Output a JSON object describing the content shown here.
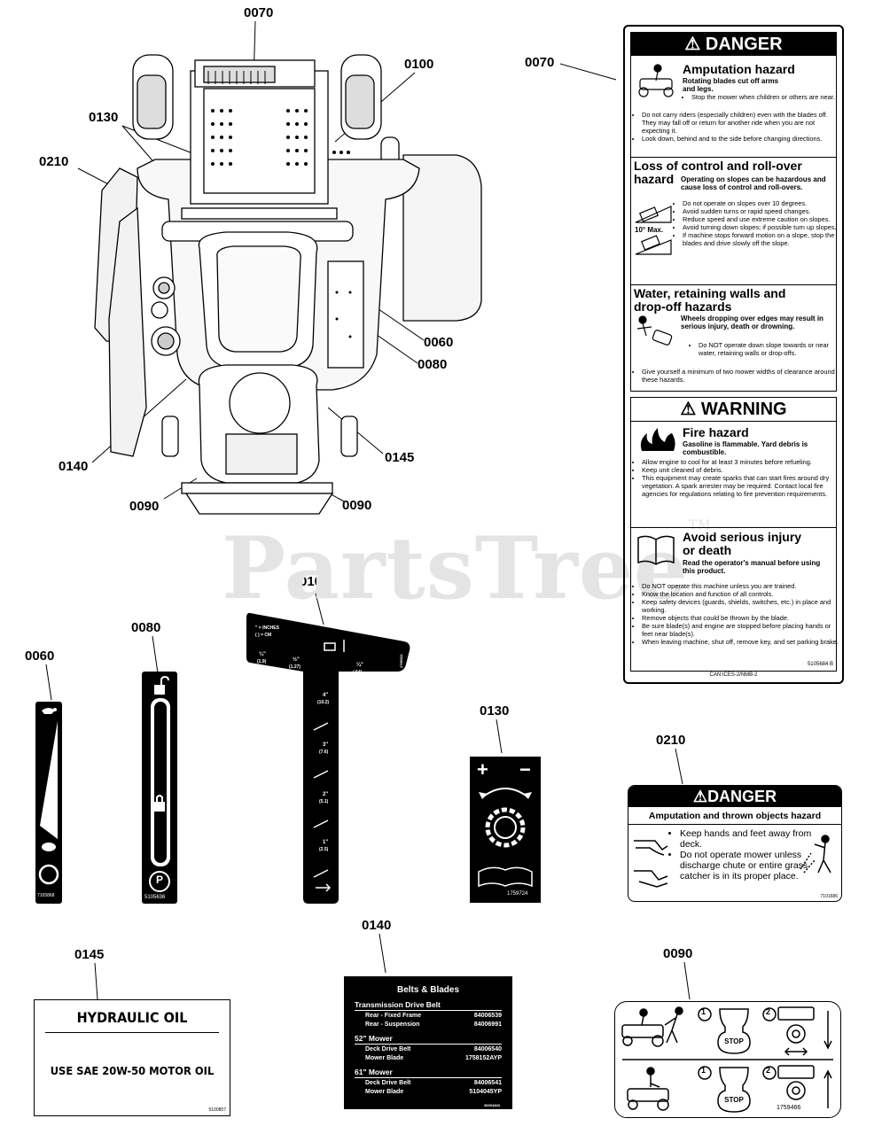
{
  "callouts": {
    "c0070_top": "0070",
    "c0100_top": "0100",
    "c0130_top": "0130",
    "c0210_left": "0210",
    "c0060_right": "0060",
    "c0080_right": "0080",
    "c0140_left": "0140",
    "c0145_right": "0145",
    "c0090_left": "0090",
    "c0090_right": "0090",
    "c0070_right": "0070",
    "c0060_part": "0060",
    "c0080_part": "0080",
    "c0100_part": "0100",
    "c0130_part": "0130",
    "c0210_part": "0210",
    "c0145_part": "0145",
    "c0140_part": "0140",
    "c0090_part": "0090"
  },
  "watermark": "PartsTree",
  "watermark_tm": "TM",
  "danger_decal": {
    "header": "DANGER",
    "amp_title": "Amputation hazard",
    "amp_sub1": "Rotating blades cut off arms",
    "amp_sub2": "and legs.",
    "amp_items": [
      "Stop the mower when children or others are near.",
      "Do not carry riders (especially children) even with the blades off. They may fall off or return for another ride when you are not expecting it.",
      "Look down, behind and to the side before changing directions."
    ],
    "loss_title1": "Loss of control and roll-over",
    "loss_title2": "hazard",
    "loss_sub": "Operating on slopes can be hazardous and cause loss of control and roll-overs.",
    "loss_items": [
      "Do not operate on slopes over 10 degrees.",
      "Avoid sudden turns or rapid speed changes.",
      "Reduce speed and use extreme caution on slopes.",
      "Avoid turning down slopes; if possible turn up slopes.",
      "If machine stops forward motion on a slope, stop the blades and drive slowly off the slope."
    ],
    "max_label": "10° Max.",
    "water_title1": "Water, retaining walls and",
    "water_title2": "drop-off hazards",
    "water_sub": "Wheels dropping over edges may result in serious injury, death or drowning.",
    "water_items": [
      "Do NOT operate down slope towards or near water, retaining walls or drop-offs.",
      "Give yourself a minimum of two mower widths of clearance around these hazards."
    ],
    "warn_header": "WARNING",
    "fire_title": "Fire hazard",
    "fire_sub": "Gasoline is flammable. Yard debris is combustible.",
    "fire_items": [
      "Allow engine to cool for at least 3 minutes before refueling.",
      "Keep unit cleaned of debris.",
      "This equipment may create sparks that can start fires around dry vegetation. A spark arrester may be required. Contact local fire agencies for regulations relating to fire prevention requirements."
    ],
    "avoid_title1": "Avoid serious injury",
    "avoid_title2": "or death",
    "avoid_sub": "Read the operator's manual before using this product.",
    "avoid_items": [
      "Do NOT operate this machine unless you are trained.",
      "Know the location and function of all controls.",
      "Keep safety devices (guards, shields, switches, etc.) in place and working.",
      "Remove objects that could be thrown by the blade.",
      "Be sure blade(s) and engine are stopped before placing hands or feet near blade(s).",
      "When leaving machine, shut off, remove key, and set parking brake."
    ],
    "part_no": "5105684 B",
    "can_ices": "CAN ICES-2/NMB-2"
  },
  "decal_0060": {
    "part_no": "7105868"
  },
  "decal_0080": {
    "part_no": "5105636",
    "park_letter": "P"
  },
  "decal_0100": {
    "legend1": "\" = INCHES",
    "legend2": "( ) = CM",
    "s1": "¾\"",
    "s1cm": "(1.9)",
    "s2": "½\"",
    "s2cm": "(1.27)",
    "s3": "¼\"",
    "s3cm": "(.64)",
    "h4": "4\"",
    "h4cm": "(10.2)",
    "h3": "3\"",
    "h3cm": "(7.6)",
    "h2": "2\"",
    "h2cm": "(5.1)",
    "h1": "1\"",
    "h1cm": "(2.5)",
    "part_no": "1759332"
  },
  "decal_0130": {
    "plus": "+",
    "minus": "−",
    "part_no": "1759724"
  },
  "decal_0210": {
    "header": "DANGER",
    "title": "Amputation and thrown objects hazard",
    "items": [
      "Keep hands and feet away from deck.",
      "Do not operate mower unless discharge chute or entire grass catcher is in its proper place."
    ],
    "part_no": "7101686"
  },
  "decal_0145": {
    "title": "HYDRAULIC OIL",
    "text": "USE SAE 20W-50 MOTOR OIL",
    "part_no": "5100857"
  },
  "decal_0140": {
    "title": "Belts & Blades",
    "sec1": "Transmission Drive Belt",
    "r1a": "Rear - Fixed Frame",
    "r1b": "84006539",
    "r2a": "Rear - Suspension",
    "r2b": "84006991",
    "sec2": "52\" Mower",
    "r3a": "Deck Drive Belt",
    "r3b": "84006540",
    "r4a": "Mower Blade",
    "r4b": "1758152AYP",
    "sec3": "61\" Mower",
    "r5a": "Deck Drive Belt",
    "r5b": "84006541",
    "r6a": "Mower Blade",
    "r6b": "5104045YP",
    "part_no": "80004843"
  },
  "decal_0090": {
    "step1": "1",
    "step2": "2",
    "stop": "STOP",
    "part_no": "1759466"
  }
}
